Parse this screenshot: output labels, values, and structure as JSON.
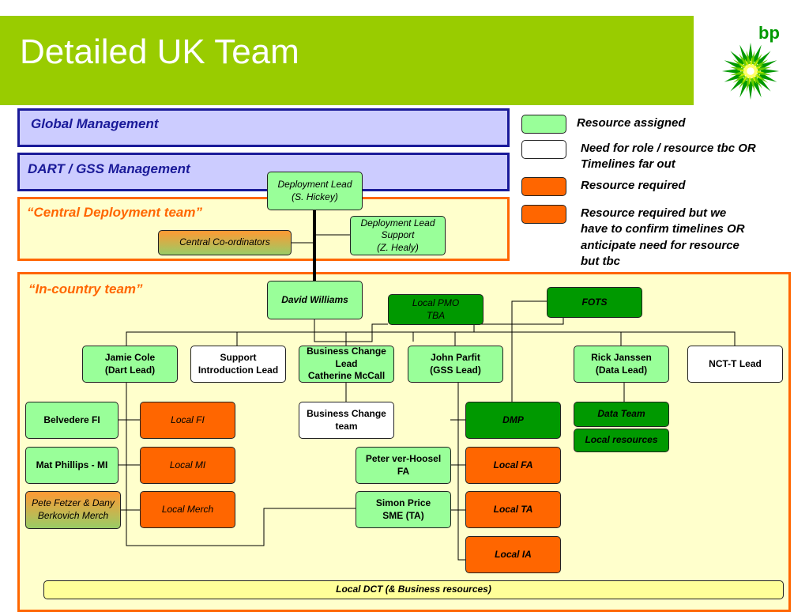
{
  "title": "Detailed UK Team",
  "logo_text": "bp",
  "colors": {
    "banner": "#99cc00",
    "assigned": "#99ff99",
    "required": "#ff6600",
    "dark_green": "#009900",
    "band": "#ccccff",
    "zone_fill": "#ffffcc"
  },
  "bands": {
    "global": "Global Management",
    "dart": "DART / GSS Management"
  },
  "zones": {
    "central": "“Central Deployment team”",
    "incountry": "“In-country team”"
  },
  "legend": [
    {
      "text": "Resource assigned"
    },
    {
      "text": "Need for role / resource tbc OR Timelines far out"
    },
    {
      "text": "Resource required"
    },
    {
      "text": "Resource required but we have to confirm timelines OR anticipate need for resource but tbc"
    }
  ],
  "boxes": {
    "deployment_lead": [
      "Deployment Lead",
      "(S. Hickey)"
    ],
    "central_coord": [
      "Central Co-ordinators"
    ],
    "dl_support": [
      "Deployment  Lead Support",
      "(Z. Healy)"
    ],
    "david_williams": [
      "David Williams"
    ],
    "local_pmo": [
      "Local PMO",
      "TBA"
    ],
    "fots": [
      "FOTS"
    ],
    "jamie_cole": [
      "Jamie Cole",
      "(Dart Lead)"
    ],
    "support_intro": [
      "Support Introduction Lead"
    ],
    "business_change": [
      "Business Change Lead",
      "Catherine McCall"
    ],
    "john_parfit": [
      "John Parfit",
      "(GSS Lead)"
    ],
    "rick_janssen": [
      "Rick Janssen",
      "(Data Lead)"
    ],
    "nctt_lead": [
      "NCT-T Lead"
    ],
    "belvedere": [
      "Belvedere FI"
    ],
    "local_fi": [
      "Local FI"
    ],
    "mat_phillips": [
      "Mat Phillips - MI"
    ],
    "local_mi": [
      "Local MI"
    ],
    "pete_fetzer": [
      "Pete Fetzer & Dany Berkovich Merch"
    ],
    "local_merch": [
      "Local Merch"
    ],
    "bc_team": [
      "Business Change team"
    ],
    "dmp": [
      "DMP"
    ],
    "data_team": [
      "Data Team"
    ],
    "local_resources": [
      "Local resources"
    ],
    "peter_ver": [
      "Peter ver-Hoosel",
      "FA"
    ],
    "local_fa": [
      "Local FA"
    ],
    "simon_price": [
      "Simon Price",
      "SME (TA)"
    ],
    "local_ta": [
      "Local TA"
    ],
    "local_ia": [
      "Local IA"
    ],
    "local_dct": [
      "Local DCT (& Business resources)"
    ]
  }
}
